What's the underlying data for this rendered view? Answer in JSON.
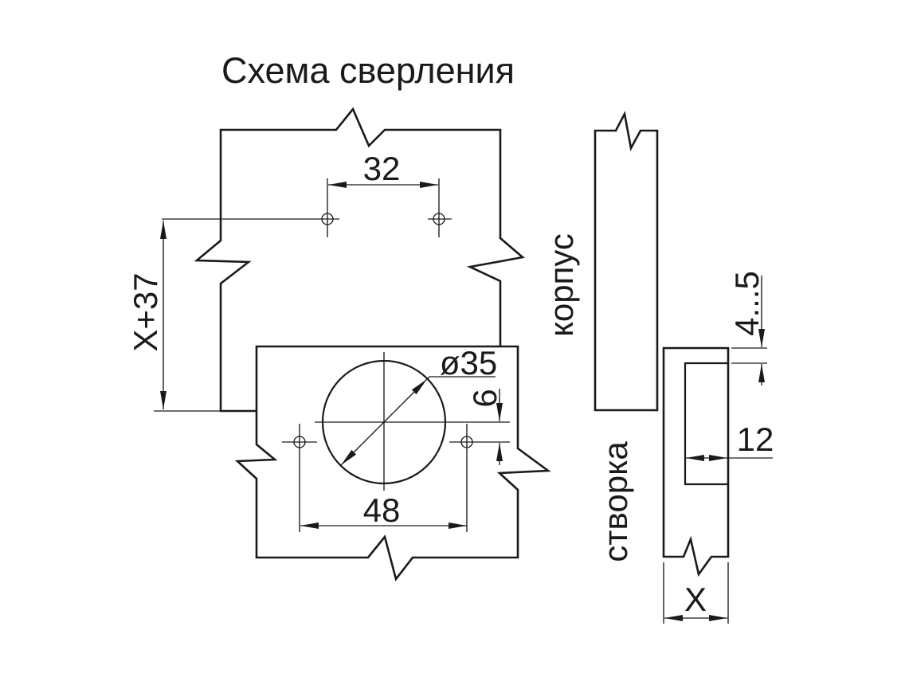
{
  "title": "Схема сверления",
  "colors": {
    "line": "#1a1a1a",
    "background": "#ffffff"
  },
  "front_view": {
    "mounting_hole_spacing": "32",
    "height_offset": "X+37",
    "cup_diameter": "ø35",
    "cup_offset": "6",
    "door_hole_spacing": "48"
  },
  "side_view": {
    "cabinet_label": "корпус",
    "door_label": "створка",
    "front_gap": "4...5",
    "cup_depth": "12",
    "door_thickness": "X"
  }
}
